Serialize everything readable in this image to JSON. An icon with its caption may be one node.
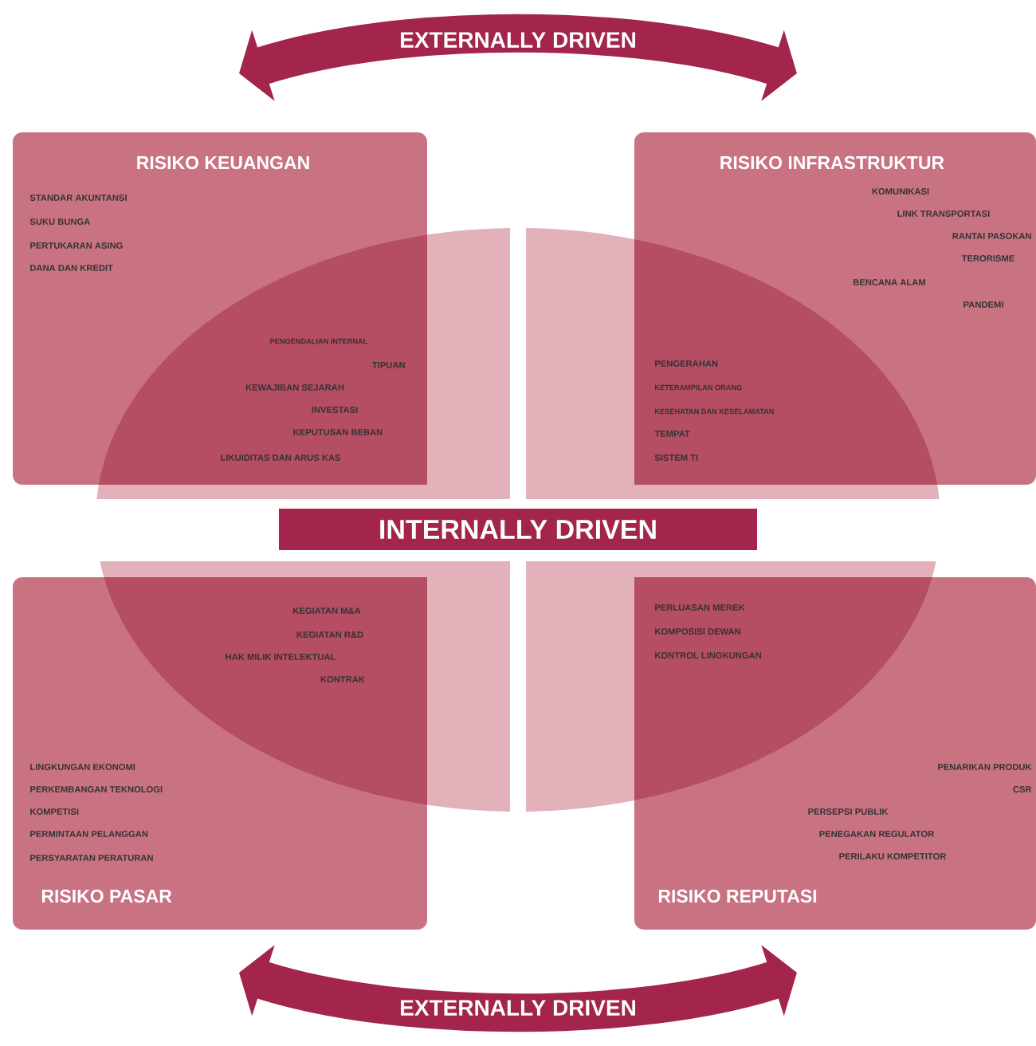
{
  "diagram": {
    "nodes": [
      {
        "text": [
          "RISIKO KEUANGAN",
          "STANDAR AKUNTANSI",
          "SUKU BUNGA",
          "PERTUKARAN ASING",
          "DANA DAN KREDIT",
          "PENGENDALIAN INTERNAL",
          "TIPUAN",
          "KEWAJIBAN SEJARAH",
          "INVESTASI",
          "KEPUTUSAN BEBAN",
          "LIKUIDITAS DAN ARUS KAS"
        ]
      },
      {
        "text": [
          "RISIKO INFRASTRUKTUR",
          "KOMUNIKASI",
          "LINK TRANSPORTASI",
          "RANTAI PASOKAN",
          "TERORISME",
          "BENCANA ALAM",
          "PANDEMI",
          "PENGERAHAN",
          "KETERAMPILAN ORANG",
          "KESEHATAN DAN KESELAMATAN",
          "TEMPAT",
          "SISTEM TI"
        ]
      },
      {
        "text": [
          "KEGIATAN M&A",
          "KEGIATAN R&D",
          "HAK MILIK INTELEKTUAL",
          "KONTRAK",
          "LINGKUNGAN EKONOMI",
          "PERKEMBANGAN TEKNOLOGI",
          "KOMPETISI",
          "PERMINTAAN PELANGGAN",
          "PERSYARATAN PERATURAN",
          "RISIKO PASAR"
        ]
      },
      {
        "text": [
          "PERLUASAN MEREK",
          "KOMPOSISI DEWAN",
          "KONTROL LINGKUNGAN",
          "PENARIKAN PRODUK",
          "CSR",
          "PERSEPSI PUBLIK",
          "PENEGAKAN REGULATOR",
          "PERILAKU KOMPETITOR",
          "RISIKO REPUTASI"
        ]
      },
      {
        "text": [
          "INTERNALLY DRIVEN"
        ]
      }
    ],
    "labels": [
      "EXTERNALLY DRIVEN",
      "EXTERNALLY DRIVEN"
    ]
  }
}
